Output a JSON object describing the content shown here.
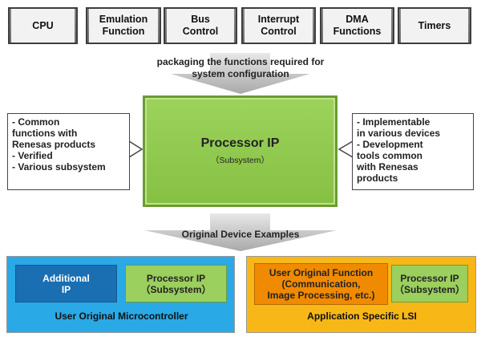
{
  "functions": [
    {
      "label": "CPU"
    },
    {
      "label": "Emulation\nFunction"
    },
    {
      "label": "Bus\nControl"
    },
    {
      "label": "Interrupt\nControl"
    },
    {
      "label": "DMA\nFunctions"
    },
    {
      "label": "Timers"
    }
  ],
  "packaging_caption": "packaging the functions required for\nsystem configuration",
  "core": {
    "title": "Processor IP",
    "subtitle": "（Subsystem）"
  },
  "left_callout": "- Common\n  functions with\n  Renesas products\n- Verified\n- Various  subsystem",
  "right_callout": "- Implementable\n  in various devices\n- Development\n  tools common\n  with Renesas\n  products",
  "examples_caption": "Original Device Examples",
  "microcontroller": {
    "additional_ip": "Additional\nIP",
    "processor_ip": "Processor IP\n（Subsystem）",
    "label": "User Original Microcontroller"
  },
  "lsi": {
    "user_function": "User Original Function\n(Communication,\nImage Processing, etc.)",
    "processor_ip": "Processor IP\n（Subsystem）",
    "label": "Application Specific LSI"
  },
  "colors": {
    "core_green": "#8bc34a",
    "panel_blue": "#29a9e6",
    "panel_yellow": "#f7b716",
    "additional_ip_blue": "#1a6fb3",
    "user_function_orange": "#f08a00",
    "sub_green": "#9bcf5e"
  }
}
